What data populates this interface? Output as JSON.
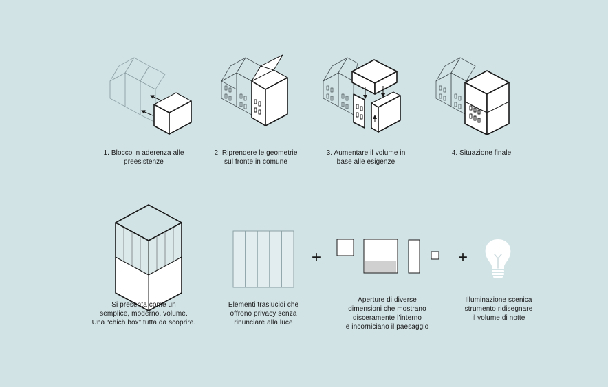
{
  "steps": [
    {
      "line1": "1. Blocco in aderenza alle",
      "line2": "preesistenze"
    },
    {
      "line1": "2. Riprendere le geometrie",
      "line2": "sul fronte in comune"
    },
    {
      "line1": "3. Aumentare il volume in",
      "line2": "base alle esigenze"
    },
    {
      "line1": "4. Situazione finale",
      "line2": ""
    }
  ],
  "elements": [
    {
      "lines": [
        "Si presenta come un",
        "semplice, moderno, volume.",
        "Una “chich box” tutta da scoprire."
      ]
    },
    {
      "lines": [
        "Elementi traslucidi che",
        "offrono privacy senza",
        "rinunciare alla luce"
      ]
    },
    {
      "lines": [
        "Aperture di diverse",
        "dimensioni che mostrano",
        "disceramente l’interno",
        "e incorniciano il paesaggio"
      ]
    },
    {
      "lines": [
        "Illuminazione scenica",
        "strumento ridisegnare",
        "il volume di notte"
      ]
    }
  ],
  "operators": [
    "+",
    "+"
  ],
  "colors": {
    "background": "#d2e3e6",
    "line": "#1a1a1a",
    "ghost": "#8fa3a7",
    "panel": "#dbe9ea",
    "bulb": "#ffffff"
  },
  "icons": [
    "arrow-icon",
    "lightbulb-icon"
  ]
}
